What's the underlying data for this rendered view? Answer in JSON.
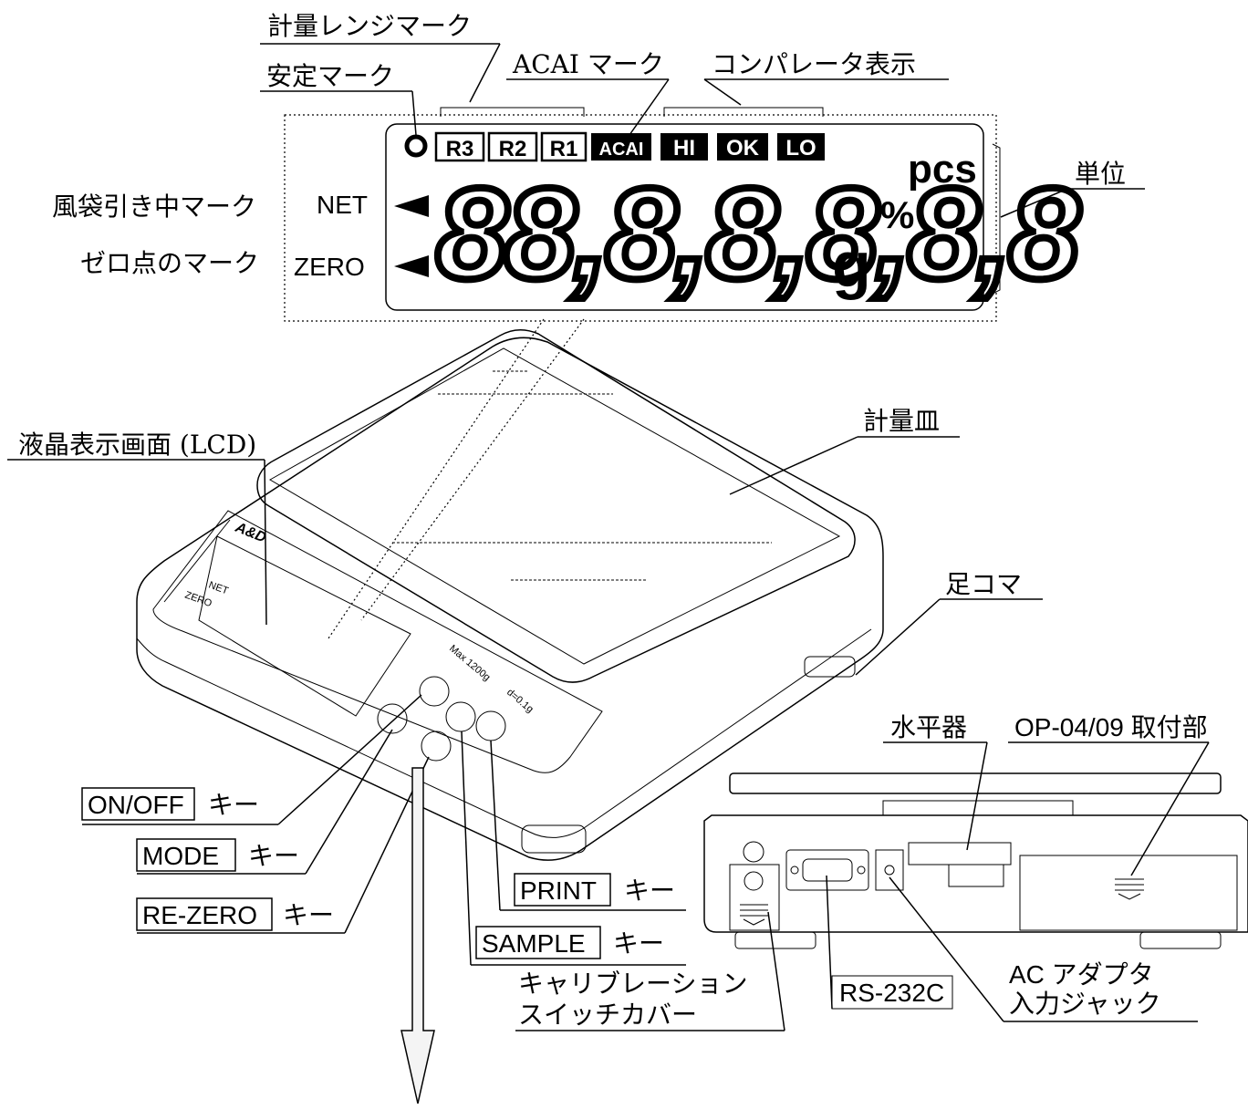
{
  "callouts": {
    "range_mark": "計量レンジマーク",
    "stable_mark": "安定マーク",
    "acai_mark": "ACAI マーク",
    "comparator": "コンパレータ表示",
    "unit": "単位",
    "net_mark": "風袋引き中マーク",
    "zero_mark": "ゼロ点のマーク",
    "lcd": "液晶表示画面 (LCD)",
    "weighing_pan": "計量皿",
    "foot": "足コマ",
    "level": "水平器",
    "option_slot": "OP-04/09 取付部",
    "rs232c": "RS-232C",
    "ac_adapter_1": "AC アダプタ",
    "ac_adapter_2": "入力ジャック",
    "cal_cover_1": "キャリブレーション",
    "cal_cover_2": "スイッチカバー"
  },
  "keys": {
    "onoff": "ON/OFF",
    "mode": "MODE",
    "rezero": "RE-ZERO",
    "print": "PRINT",
    "sample": "SAMPLE",
    "suffix": "キー"
  },
  "lcd": {
    "net": "NET",
    "zero": "ZERO",
    "digits": "88,8,8,8,8,8",
    "unit_g": "g",
    "unit_pct": "%",
    "unit_pcs": "pcs",
    "ranges": [
      "R3",
      "R2",
      "R1"
    ],
    "acai": "ACAI",
    "comparator": [
      "HI",
      "OK",
      "LO"
    ]
  },
  "device": {
    "brand": "A&D",
    "net": "NET",
    "zero": "ZERO",
    "spec_max": "Max 1200g",
    "spec_d": "d=0.1g",
    "key_onoff": "ON/OFF",
    "key_mode": "MODE",
    "key_sample": "SAMPLE",
    "key_print": "PRINT",
    "key_rezero": "RE-ZERO"
  }
}
